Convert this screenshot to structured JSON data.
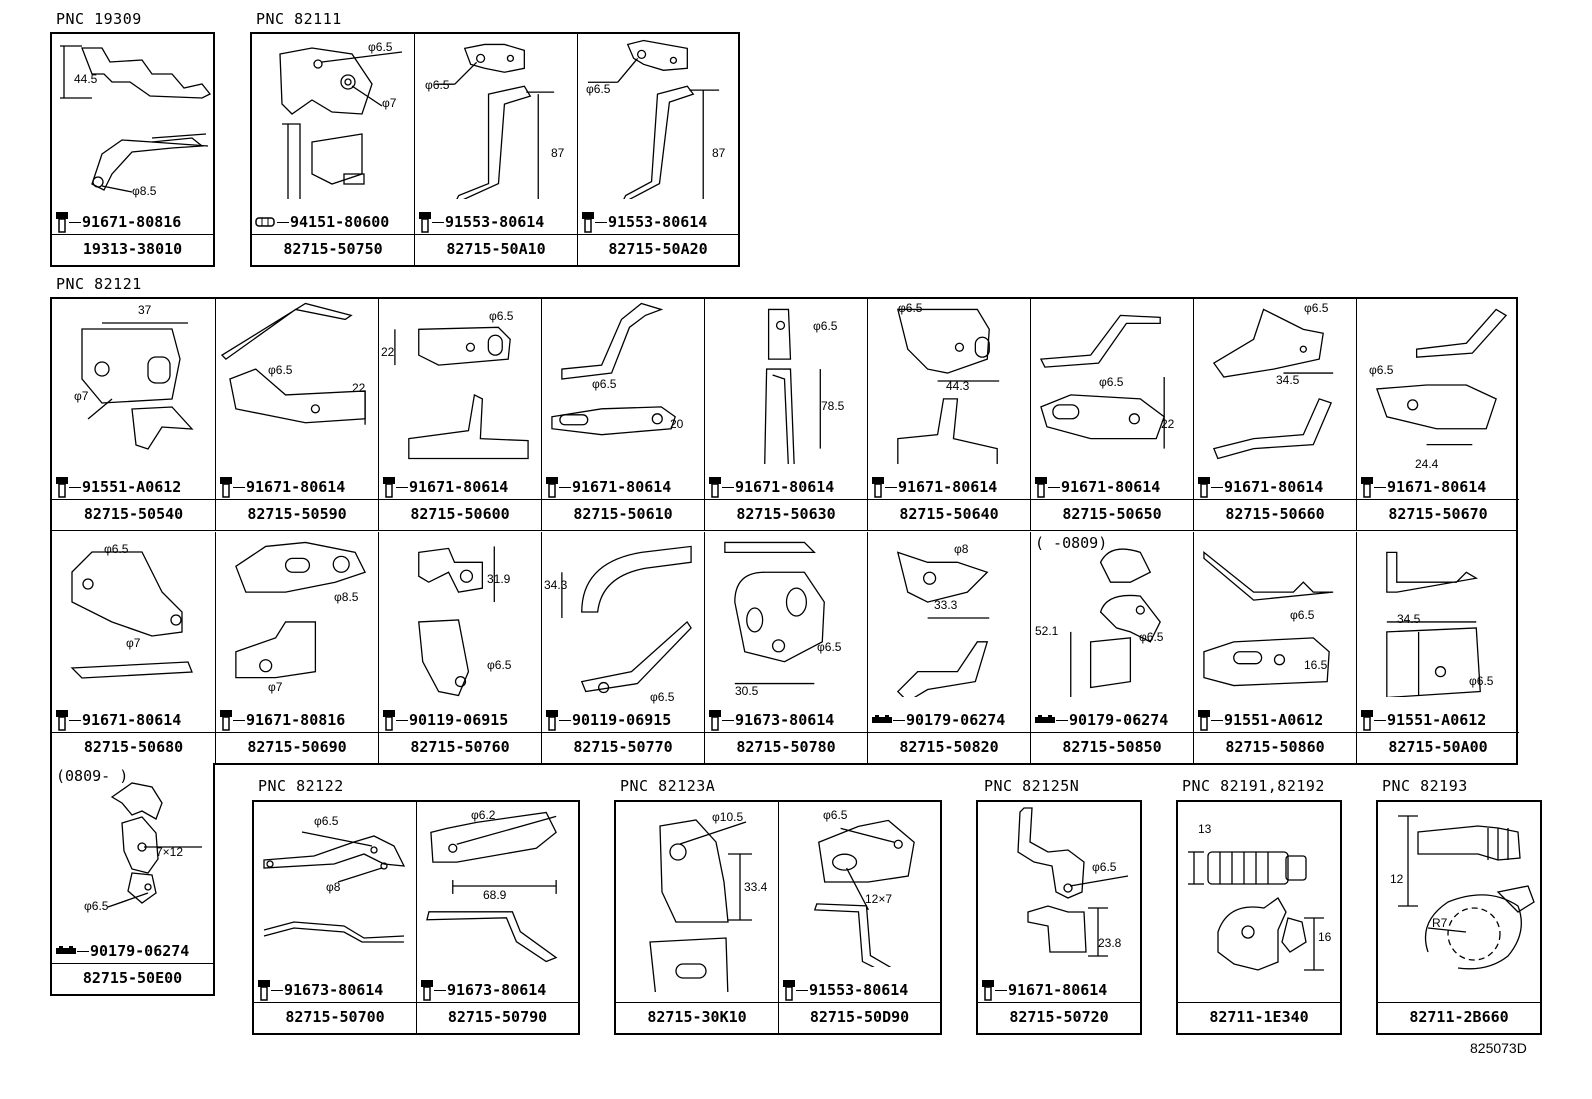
{
  "pnc": {
    "p19309": "PNC 19309",
    "p82111": "PNC 82111",
    "p82121": "PNC 82121",
    "p82122": "PNC 82122",
    "p82123a": "PNC 82123A",
    "p82125n": "PNC 82125N",
    "p82191": "PNC 82191,82192",
    "p82193": "PNC 82193"
  },
  "catalog": "825073D",
  "notes": {
    "upto": "(       -0809)",
    "from": "(0809-        )"
  },
  "top": [
    {
      "part": "19313-38010",
      "bolt": "91671-80816",
      "dims": [
        "44.5",
        "φ8.5"
      ]
    },
    {
      "part": "82715-50750",
      "bolt": "94151-80600",
      "dims": [
        "φ6.5",
        "φ7"
      ]
    },
    {
      "part": "82715-50A10",
      "bolt": "91553-80614",
      "dims": [
        "φ6.5",
        "87"
      ]
    },
    {
      "part": "82715-50A20",
      "bolt": "91553-80614",
      "dims": [
        "φ6.5",
        "87"
      ]
    }
  ],
  "row1": [
    {
      "part": "82715-50540",
      "bolt": "91551-A0612",
      "dims": [
        "37",
        "φ7"
      ]
    },
    {
      "part": "82715-50590",
      "bolt": "91671-80614",
      "dims": [
        "φ6.5",
        "22"
      ]
    },
    {
      "part": "82715-50600",
      "bolt": "91671-80614",
      "dims": [
        "φ6.5",
        "22"
      ]
    },
    {
      "part": "82715-50610",
      "bolt": "91671-80614",
      "dims": [
        "φ6.5",
        "20"
      ]
    },
    {
      "part": "82715-50630",
      "bolt": "91671-80614",
      "dims": [
        "φ6.5",
        "78.5"
      ]
    },
    {
      "part": "82715-50640",
      "bolt": "91671-80614",
      "dims": [
        "φ6.5",
        "44.3"
      ]
    },
    {
      "part": "82715-50650",
      "bolt": "91671-80614",
      "dims": [
        "φ6.5",
        "22"
      ]
    },
    {
      "part": "82715-50660",
      "bolt": "91671-80614",
      "dims": [
        "φ6.5",
        "34.5"
      ]
    },
    {
      "part": "82715-50670",
      "bolt": "91671-80614",
      "dims": [
        "φ6.5",
        "24.4"
      ]
    }
  ],
  "row2": [
    {
      "part": "82715-50680",
      "bolt": "91671-80614",
      "dims": [
        "φ6.5",
        "φ7"
      ]
    },
    {
      "part": "82715-50690",
      "bolt": "91671-80816",
      "dims": [
        "φ8.5",
        "φ7"
      ]
    },
    {
      "part": "82715-50760",
      "bolt": "90119-06915",
      "dims": [
        "31.9",
        "φ6.5"
      ]
    },
    {
      "part": "82715-50770",
      "bolt": "90119-06915",
      "dims": [
        "34.3",
        "φ6.5"
      ]
    },
    {
      "part": "82715-50780",
      "bolt": "91673-80614",
      "dims": [
        "φ6.5",
        "30.5"
      ]
    },
    {
      "part": "82715-50820",
      "bolt": "90179-06274",
      "dims": [
        "φ8",
        "33.3"
      ]
    },
    {
      "part": "82715-50850",
      "bolt": "90179-06274",
      "dims": [
        "52.1",
        "φ6.5"
      ]
    },
    {
      "part": "82715-50860",
      "bolt": "91551-A0612",
      "dims": [
        "φ6.5",
        "16.5"
      ]
    },
    {
      "part": "82715-50A00",
      "bolt": "91551-A0612",
      "dims": [
        "34.5",
        "φ6.5"
      ]
    }
  ],
  "row3": [
    {
      "part": "82715-50E00",
      "bolt": "90179-06274",
      "dims": [
        "7×12",
        "φ6.5"
      ]
    }
  ],
  "g82122": [
    {
      "part": "82715-50700",
      "bolt": "91673-80614",
      "dims": [
        "φ6.5",
        "φ8"
      ]
    },
    {
      "part": "82715-50790",
      "bolt": "91673-80614",
      "dims": [
        "φ6.2",
        "68.9"
      ]
    }
  ],
  "g82123a": [
    {
      "part": "82715-30K10",
      "dims": [
        "φ10.5",
        "33.4"
      ]
    },
    {
      "part": "82715-50D90",
      "bolt": "91553-80614",
      "dims": [
        "φ6.5",
        "12×7"
      ]
    }
  ],
  "g82125n": [
    {
      "part": "82715-50720",
      "bolt": "91671-80614",
      "dims": [
        "φ6.5",
        "23.8"
      ]
    }
  ],
  "g82191": [
    {
      "part": "82711-1E340",
      "dims": [
        "13",
        "16"
      ]
    }
  ],
  "g82193": [
    {
      "part": "82711-2B660",
      "dims": [
        "12",
        "R7"
      ]
    }
  ]
}
